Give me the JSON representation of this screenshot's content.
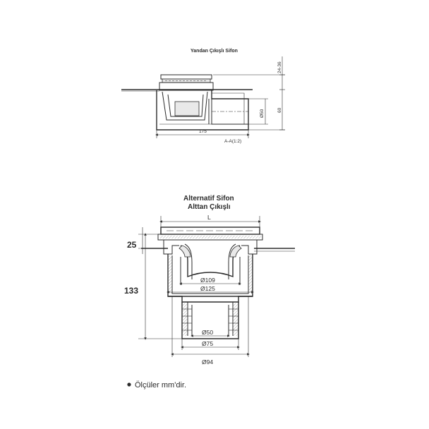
{
  "top_view": {
    "title": "Yandan Çıkışlı Sifon",
    "dim_height_range": "24-36",
    "dim_diameter": "Ø50",
    "dim_height": "60",
    "dim_width": "175",
    "section_label": "A-A(1:2)"
  },
  "bottom_view": {
    "title_line1": "Alternatif Sifon",
    "title_line2": "Alttan Çıkışlı",
    "dim_length": "L",
    "dim_left_top": "25",
    "dim_left_total": "133",
    "dim_d109": "Ø109",
    "dim_d125": "Ø125",
    "dim_d50": "Ø50",
    "dim_d75": "Ø75",
    "dim_d94": "Ø94"
  },
  "note": {
    "text": "Ölçüler mm'dir."
  }
}
